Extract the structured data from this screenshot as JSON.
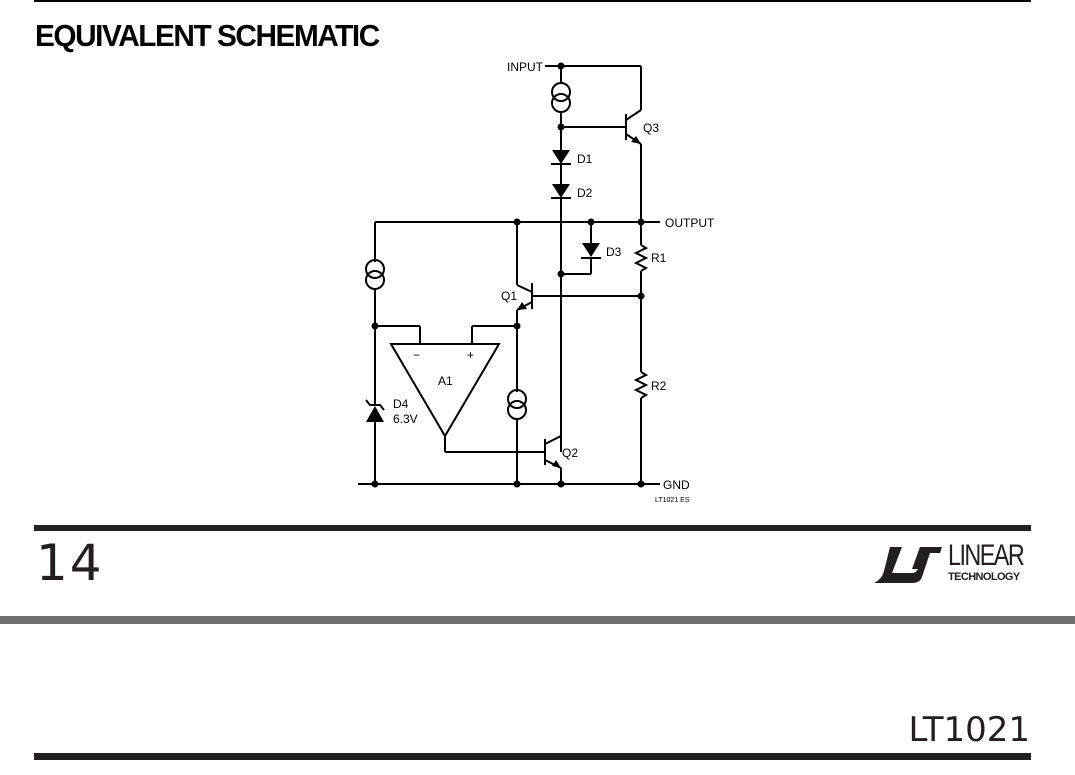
{
  "header": {
    "section_title": "EQUIVALENT SCHEMATIC"
  },
  "schematic": {
    "labels": {
      "input": "INPUT",
      "output": "OUTPUT",
      "gnd": "GND",
      "q1": "Q1",
      "q2": "Q2",
      "q3": "Q3",
      "d1": "D1",
      "d2": "D2",
      "d3": "D3",
      "d4": "D4",
      "d4_voltage": "6.3V",
      "r1": "R1",
      "r2": "R2",
      "a1": "A1",
      "a1_minus": "−",
      "a1_plus": "+",
      "figure_id": "LT1021 ES"
    }
  },
  "footer": {
    "page_number": "14",
    "logo": {
      "word1": "LINEAR",
      "word2": "TECHNOLOGY"
    }
  },
  "next_page": {
    "part_number": "LT1021"
  }
}
